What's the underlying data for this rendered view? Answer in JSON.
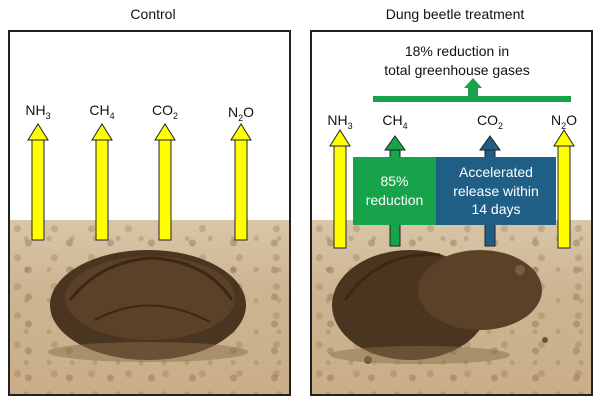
{
  "panels": {
    "control": {
      "title": "Control",
      "gases": [
        {
          "base": "NH",
          "sub": "3",
          "tail": ""
        },
        {
          "base": "CH",
          "sub": "4",
          "tail": ""
        },
        {
          "base": "CO",
          "sub": "2",
          "tail": ""
        },
        {
          "base": "N",
          "sub": "2",
          "tail": "O"
        }
      ]
    },
    "treatment": {
      "title": "Dung beetle treatment",
      "total_note_line1": "18% reduction in",
      "total_note_line2": "total greenhouse gases",
      "gases": [
        {
          "base": "NH",
          "sub": "3",
          "tail": ""
        },
        {
          "base": "CH",
          "sub": "4",
          "tail": ""
        },
        {
          "base": "CO",
          "sub": "2",
          "tail": ""
        },
        {
          "base": "N",
          "sub": "2",
          "tail": "O"
        }
      ],
      "ch4_box_line1": "85%",
      "ch4_box_line2": "reduction",
      "co2_box_line1": "Accelerated",
      "co2_box_line2": "release within",
      "co2_box_line3": "14 days"
    }
  },
  "colors": {
    "yellow_arrow": "#ffff00",
    "green_arrow": "#17a34a",
    "blue_arrow": "#1f5f86"
  }
}
